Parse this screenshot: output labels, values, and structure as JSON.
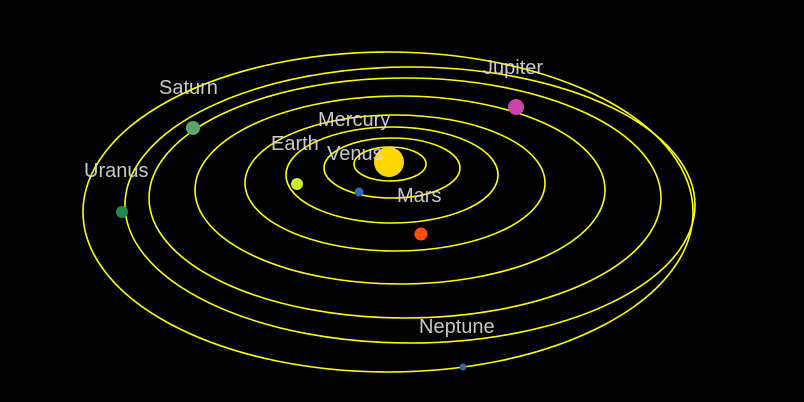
{
  "scene": {
    "background_color": "#000000",
    "orbit_color": "#ffff00",
    "label_color": "#d9d9d9"
  },
  "sun": {
    "color": "#ffd700"
  },
  "planets": [
    {
      "key": "mercury",
      "label": "Mercury",
      "color": "#1e90ff",
      "show_body": false
    },
    {
      "key": "venus",
      "label": "Venus",
      "color": "#ffd700",
      "show_body": false
    },
    {
      "key": "earth",
      "label": "Earth",
      "color": "#2e6ab8",
      "show_body": true
    },
    {
      "key": "mars",
      "label": "Mars",
      "color": "#ff4f0f",
      "show_body": true
    },
    {
      "key": "jupiter",
      "label": "Jupiter",
      "color": "#cc44aa",
      "show_body": true
    },
    {
      "key": "saturn",
      "label": "Saturn",
      "color": "#5aa66e",
      "show_body": true
    },
    {
      "key": "uranus",
      "label": "Uranus",
      "color": "#1e8a50",
      "show_body": true
    },
    {
      "key": "neptune",
      "label": "Neptune",
      "color": "#3b5fb0",
      "show_body": true
    }
  ],
  "extra_bodies": [
    {
      "key": "yellow-green-body",
      "color": "#ccee22"
    }
  ]
}
